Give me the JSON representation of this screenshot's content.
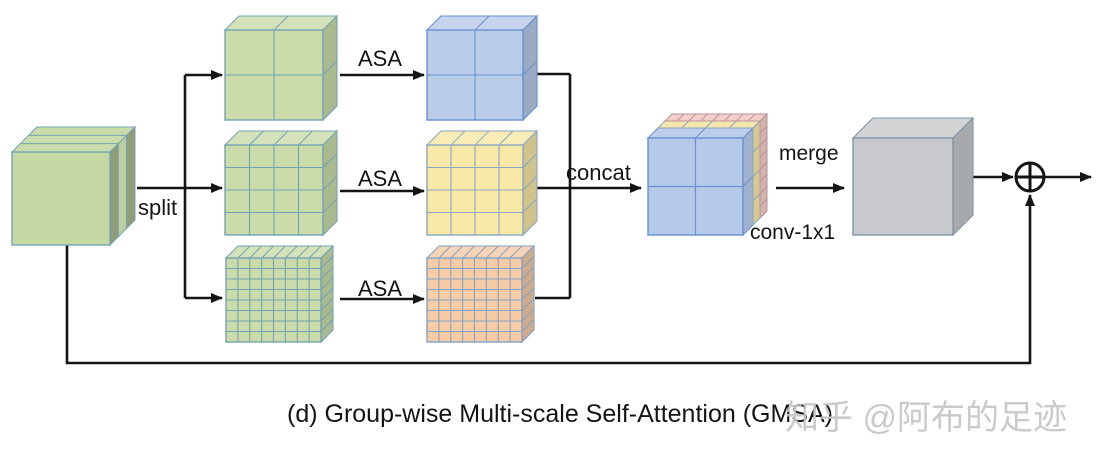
{
  "caption": "(d) Group-wise Multi-scale Self-Attention (GMSA)",
  "watermark": "知乎 @阿布的足迹",
  "labels": {
    "split": "split",
    "asa_top": "ASA",
    "asa_middle": "ASA",
    "asa_bottom": "ASA",
    "concat": "concat",
    "merge": "merge",
    "conv": "conv-1x1"
  },
  "colors": {
    "background": "#ffffff",
    "wire": "#151515",
    "caption_text": "#141414",
    "watermark_text": "#c6c6c6"
  },
  "blocks": {
    "input": {
      "divisions": 1,
      "slices": 3,
      "fill": "#c6d9a5",
      "line": "#74a4b4"
    },
    "split_coarse": {
      "divisions": 2,
      "fill": "#cbdcaa",
      "line": "#74a4b4"
    },
    "split_medium": {
      "divisions": 4,
      "fill": "#cbdcaa",
      "line": "#74a4b4"
    },
    "split_fine": {
      "divisions": 8,
      "fill": "#cbdcaa",
      "line": "#74a4b4"
    },
    "asa_coarse": {
      "divisions": 2,
      "fill": "#b9cce9",
      "line": "#6892d0"
    },
    "asa_medium": {
      "divisions": 4,
      "fill": "#f8e8a7",
      "line": "#8aa6c2"
    },
    "asa_fine": {
      "divisions": 8,
      "fill": "#f6cba6",
      "line": "#84a3c6"
    },
    "concat": {
      "slabs": [
        {
          "divisions": 2,
          "fill": "#b5c9e8",
          "line": "#6892d0"
        },
        {
          "divisions": 4,
          "fill": "#f4e4a2",
          "line": "#8aa6c2"
        },
        {
          "divisions": 8,
          "fill": "#f0cbc6",
          "line": "#bb929c"
        }
      ]
    },
    "merged": {
      "divisions": 1,
      "fill": "#c7c9cc",
      "line": "#7e96ab"
    }
  }
}
